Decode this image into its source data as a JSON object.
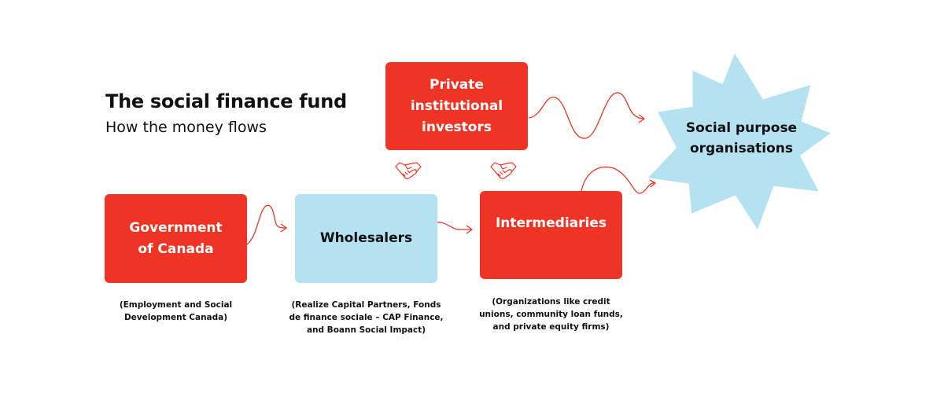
{
  "header": {
    "title": "The social finance fund",
    "subtitle": "How the money flows"
  },
  "nodes": {
    "private_investors": "Private institutional investors",
    "government": "Government of Canada",
    "wholesalers": "Wholesalers",
    "intermediaries": "Intermediaries",
    "social_purpose": "Social purpose organisations"
  },
  "captions": {
    "government": "(Employment and Social Development Canada)",
    "wholesalers": "(Realize Capital Partners, Fonds de finance sociale – CAP Finance, and Boann Social Impact)",
    "intermediaries": "(Organizations like credit unions, community loan funds, and private equity firms)"
  },
  "colors": {
    "red": "#ef3425",
    "light_blue": "#b5e2f1",
    "text": "#111111",
    "white": "#ffffff"
  },
  "icons": [
    "handshake-icon",
    "handshake-icon"
  ]
}
